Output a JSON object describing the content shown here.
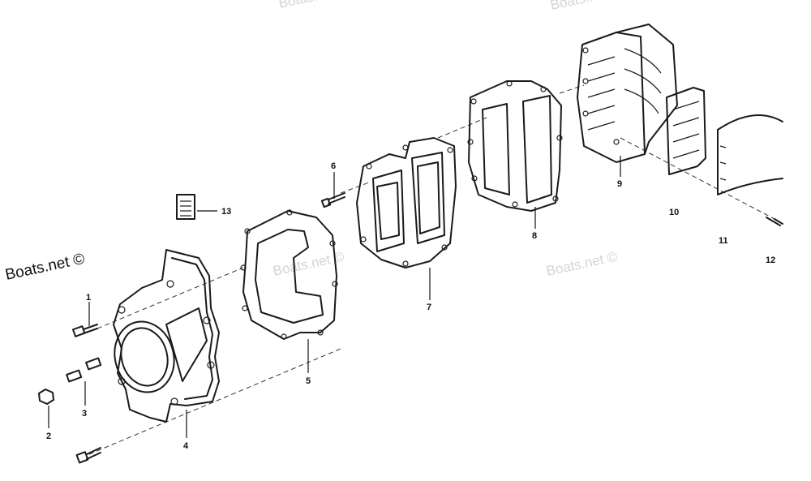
{
  "watermarks": {
    "main": "Boats.net ©",
    "faint_1": "Boats.net ©",
    "faint_2": "Boats.net ©",
    "faint_3": "Boats.net ©",
    "faint_4": "Boats.net"
  },
  "callouts": [
    {
      "id": "1",
      "text": "1",
      "part": "bolt (upper)"
    },
    {
      "id": "2",
      "text": "2",
      "part": "nut"
    },
    {
      "id": "3",
      "text": "3",
      "part": "studs"
    },
    {
      "id": "4",
      "text": "4",
      "part": "intake cover / adapter"
    },
    {
      "id": "5",
      "text": "5",
      "part": "gasket"
    },
    {
      "id": "6",
      "text": "6",
      "part": "screw"
    },
    {
      "id": "7",
      "text": "7",
      "part": "reed plate"
    },
    {
      "id": "8",
      "text": "8",
      "part": "gasket"
    },
    {
      "id": "9",
      "text": "9",
      "part": "reed valve block"
    },
    {
      "id": "10",
      "text": "10",
      "part": "reed petals"
    },
    {
      "id": "11",
      "text": "11",
      "part": "reed stop"
    },
    {
      "id": "12",
      "text": "12",
      "part": "screw"
    },
    {
      "id": "13",
      "text": "13",
      "part": "decal"
    }
  ]
}
